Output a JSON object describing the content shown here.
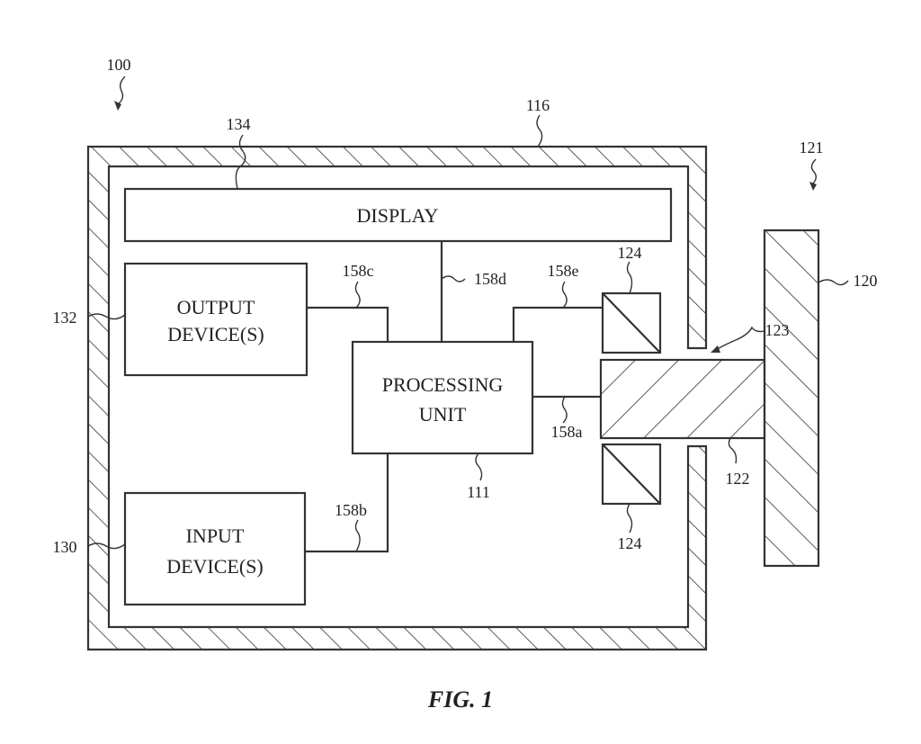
{
  "labels": {
    "device": "100",
    "housing": "116",
    "display_ref": "134",
    "crown_ref": "121",
    "crown_head": "120",
    "gap": "123",
    "shaft": "122",
    "sensor_top": "124",
    "sensor_bottom": "124",
    "output_ref": "132",
    "input_ref": "130",
    "processing_ref": "111",
    "conn_a": "158a",
    "conn_b": "158b",
    "conn_c": "158c",
    "conn_d": "158d",
    "conn_e": "158e"
  },
  "blocks": {
    "display": "DISPLAY",
    "output_line1": "OUTPUT",
    "output_line2": "DEVICE(S)",
    "processing_line1": "PROCESSING",
    "processing_line2": "UNIT",
    "input_line1": "INPUT",
    "input_line2": "DEVICE(S)"
  },
  "caption": "FIG. 1"
}
